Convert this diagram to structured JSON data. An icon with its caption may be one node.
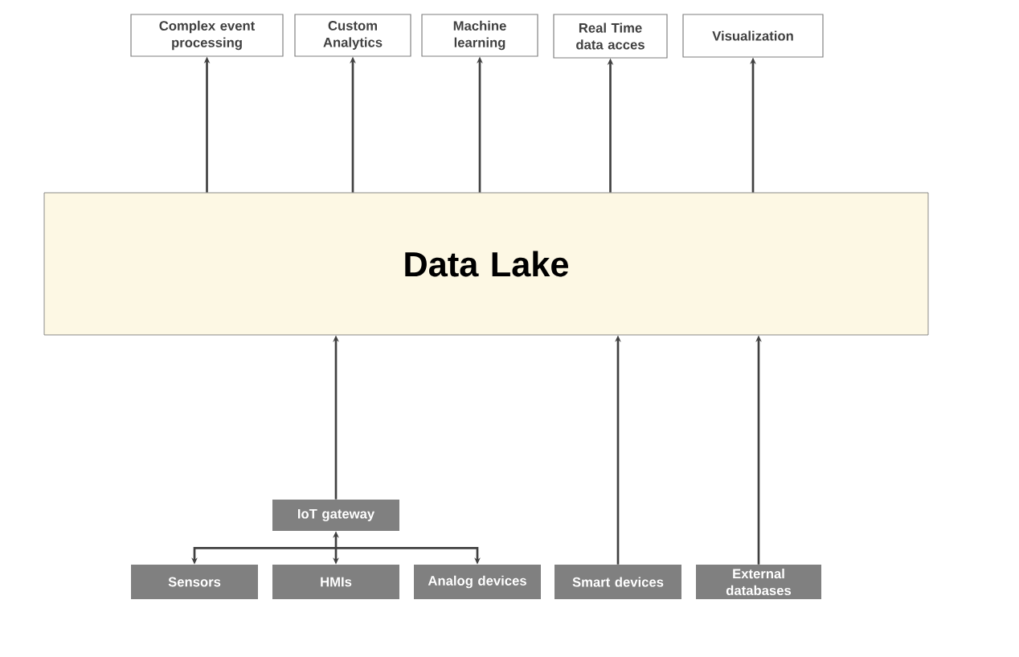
{
  "diagram": {
    "nodes": [
      {
        "text": [
          "Data Lake"
        ]
      },
      {
        "text": [
          "Complex event processing"
        ]
      },
      {
        "text": [
          "Custom Analytics"
        ]
      },
      {
        "text": [
          "Machine learning"
        ]
      },
      {
        "text": [
          "Real Time data acces"
        ]
      },
      {
        "text": [
          "Visualization"
        ]
      },
      {
        "text": [
          "IoT gateway"
        ]
      },
      {
        "text": [
          "Sensors"
        ]
      },
      {
        "text": [
          "HMIs"
        ]
      },
      {
        "text": [
          "Analog devices"
        ]
      },
      {
        "text": [
          "Smart devices"
        ]
      },
      {
        "text": [
          "External databases"
        ]
      }
    ],
    "edges": [
      {
        "from": 0,
        "to": 1,
        "arrow": "to"
      },
      {
        "from": 0,
        "to": 2,
        "arrow": "to"
      },
      {
        "from": 0,
        "to": 3,
        "arrow": "to"
      },
      {
        "from": 0,
        "to": 4,
        "arrow": "to"
      },
      {
        "from": 0,
        "to": 5,
        "arrow": "to"
      },
      {
        "from": 6,
        "to": 0,
        "arrow": "to"
      },
      {
        "from": 10,
        "to": 0,
        "arrow": "to"
      },
      {
        "from": 11,
        "to": 0,
        "arrow": "to"
      },
      {
        "from": 6,
        "to": 7,
        "arrow": "both"
      },
      {
        "from": 6,
        "to": 8,
        "arrow": "both"
      },
      {
        "from": 6,
        "to": 9,
        "arrow": "both"
      }
    ]
  }
}
